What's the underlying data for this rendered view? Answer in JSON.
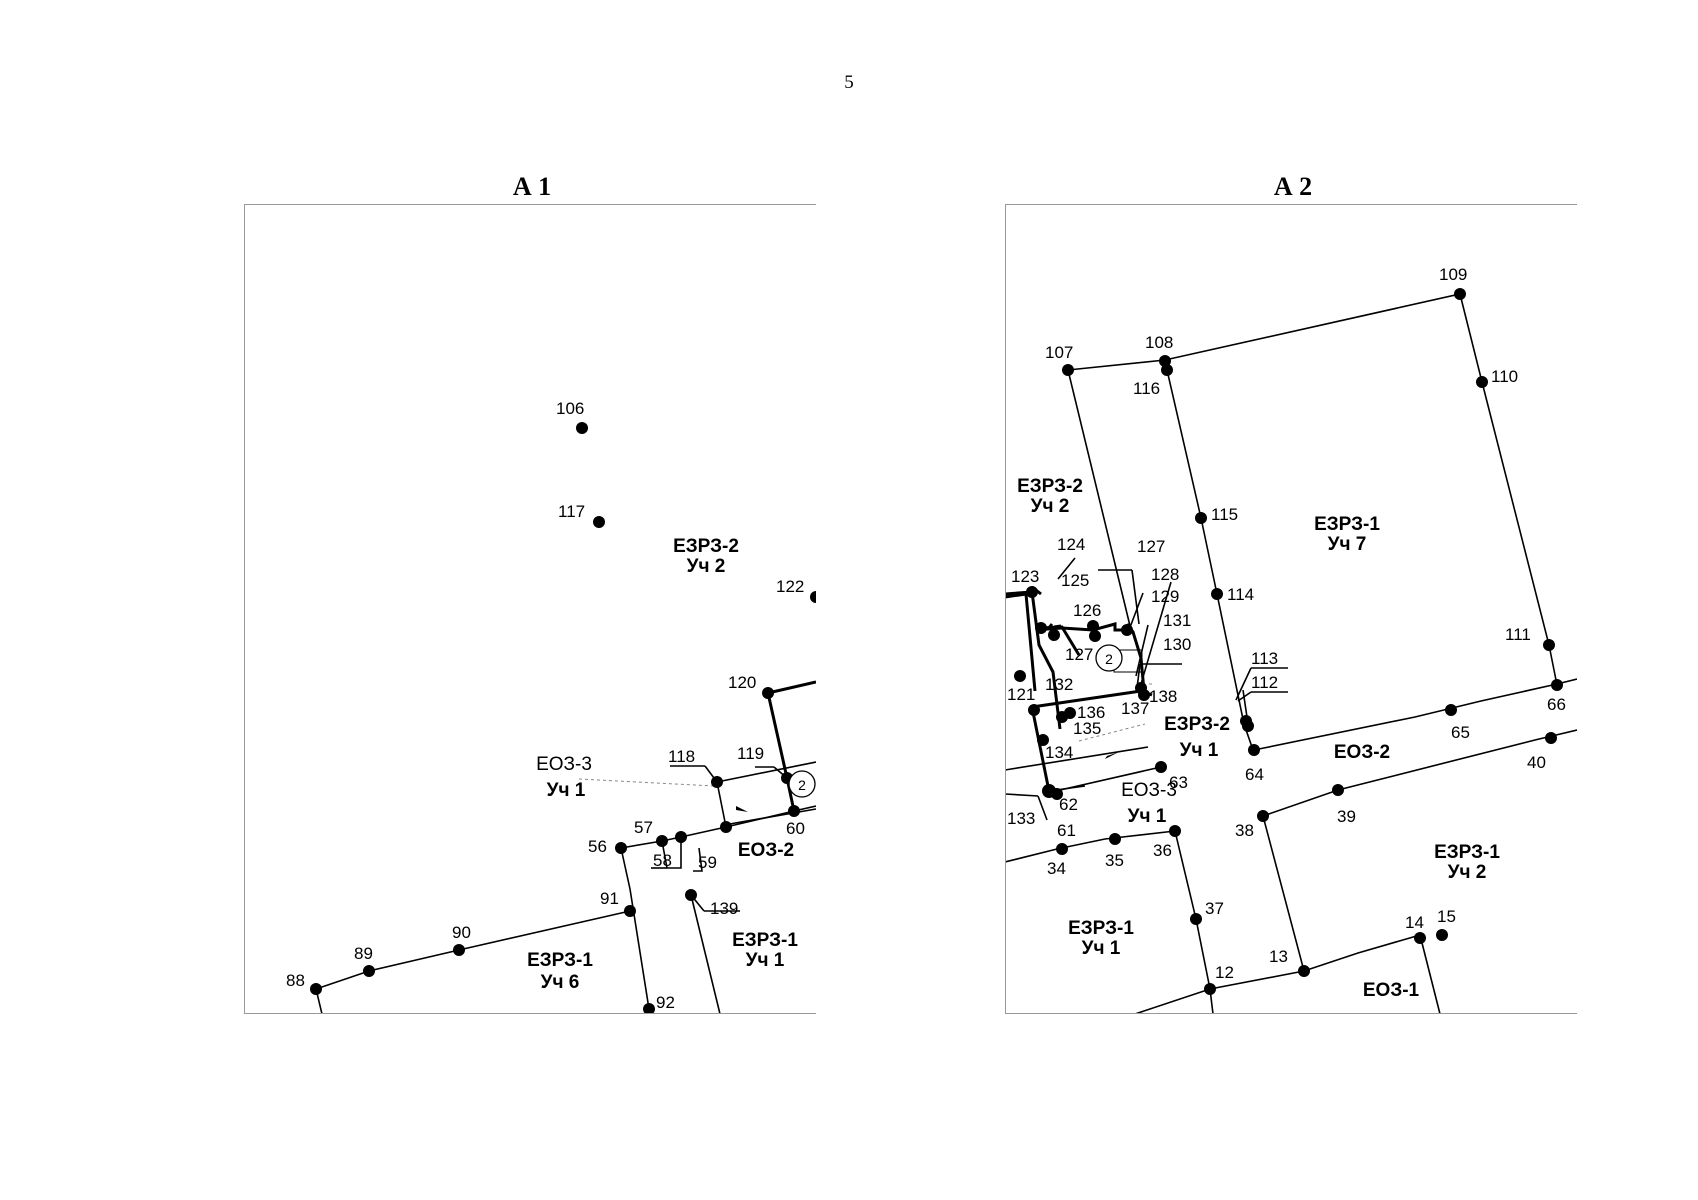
{
  "page_number": "5",
  "sheet_a1": {
    "title": "А 1",
    "points": [
      {
        "label": "106",
        "value": "106"
      },
      {
        "label": "117"
      },
      {
        "label": "122"
      },
      {
        "label": "120"
      },
      {
        "label": "119"
      },
      {
        "label": "118"
      },
      {
        "label": "60"
      },
      {
        "label": "59"
      },
      {
        "label": "58"
      },
      {
        "label": "57"
      },
      {
        "label": "56"
      },
      {
        "label": "91"
      },
      {
        "label": "139"
      },
      {
        "label": "90"
      },
      {
        "label": "89"
      },
      {
        "label": "88"
      },
      {
        "label": "92"
      }
    ],
    "zones": [
      {
        "line1": "ЕЗРЗ-2",
        "line2": "Уч 2"
      },
      {
        "line1": "ЕОЗ-3",
        "line2": "Уч 1"
      },
      {
        "line1": "ЕОЗ-2"
      },
      {
        "line1": "ЕЗРЗ-1",
        "line2": "Уч 1"
      },
      {
        "line1": "ЕЗРЗ-1",
        "line2": "Уч 6"
      }
    ],
    "circle_marker": "2"
  },
  "sheet_a2": {
    "title": "А 2",
    "points": [
      "109",
      "107",
      "108",
      "116",
      "110",
      "115",
      "114",
      "127",
      "124",
      "123",
      "125",
      "128",
      "129",
      "126",
      "131",
      "127",
      "130",
      "113",
      "112",
      "111",
      "66",
      "121",
      "132",
      "138",
      "137",
      "136",
      "135",
      "134",
      "65",
      "64",
      "63",
      "40",
      "62",
      "133",
      "61",
      "39",
      "38",
      "34",
      "35",
      "36",
      "37",
      "14",
      "15",
      "13",
      "12"
    ],
    "zones": [
      {
        "line1": "ЕЗРЗ-2",
        "line2": "Уч 2"
      },
      {
        "line1": "ЕЗРЗ-1",
        "line2": "Уч 7"
      },
      {
        "line1": "ЕЗРЗ-2",
        "line2": "Уч 1"
      },
      {
        "line1": "ЕОЗ-2"
      },
      {
        "line1": "ЕОЗ-3",
        "line2": "Уч 1"
      },
      {
        "line1": "ЕЗРЗ-1",
        "line2": "Уч 2"
      },
      {
        "line1": "ЕЗРЗ-1",
        "line2": "Уч 1"
      },
      {
        "line1": "ЕОЗ-1"
      }
    ],
    "circle_marker": "2"
  }
}
